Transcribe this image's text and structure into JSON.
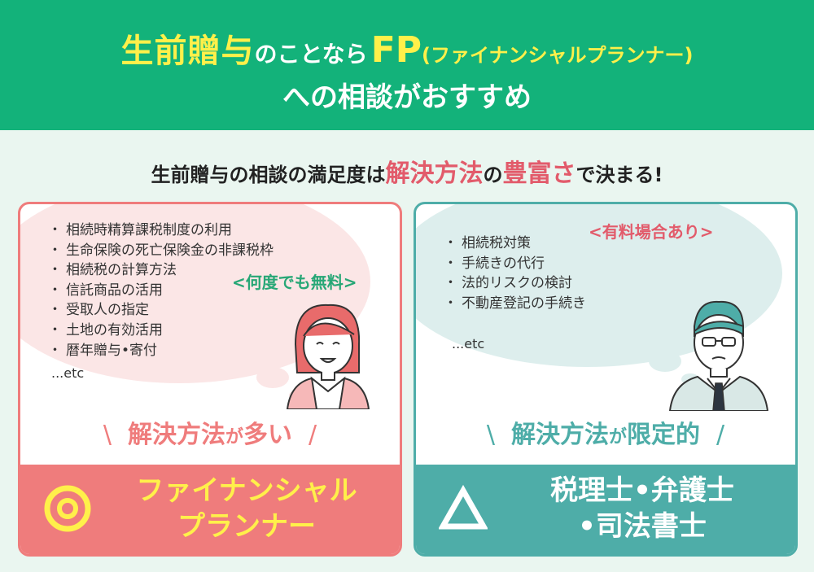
{
  "banner": {
    "title_main": "生前贈与",
    "title_mid": "のことなら",
    "title_fp": "FP",
    "title_paren": "(ファイナンシャルプランナー)",
    "title_line2": "への相談がおすすめ"
  },
  "subheading": {
    "part1": "生前贈与の相談の満足度は",
    "highlight1": "解決方法",
    "part2": "の",
    "highlight2": "豊富さ",
    "part3": "で決まる!"
  },
  "left_card": {
    "bullets": [
      "相続時精算課税制度の利用",
      "生命保険の死亡保険金の非課税枠",
      "相続税の計算方法",
      "信託商品の活用",
      "受取人の指定",
      "土地の有効活用",
      "暦年贈与•寄付"
    ],
    "etc": "...etc",
    "tag": "<何度でも無料>",
    "verdict_main": "解決方法",
    "verdict_small": "が",
    "verdict_tail": "多い",
    "slash_left": "\\",
    "slash_right": "/",
    "symbol": "double-circle",
    "name_line1": "ファイナンシャル",
    "name_line2": "プランナー",
    "color": "#ef7c7c"
  },
  "right_card": {
    "bullets": [
      "相続税対策",
      "手続きの代行",
      "法的リスクの検討",
      "不動産登記の手続き"
    ],
    "etc": "...etc",
    "tag": "<有料場合あり>",
    "verdict_main": "解決方法",
    "verdict_small": "が",
    "verdict_tail": "限定的",
    "slash_left": "\\",
    "slash_right": "/",
    "symbol": "triangle",
    "name_line1": "税理士•弁護士",
    "name_line2": "•司法書士",
    "color": "#4eada8"
  }
}
